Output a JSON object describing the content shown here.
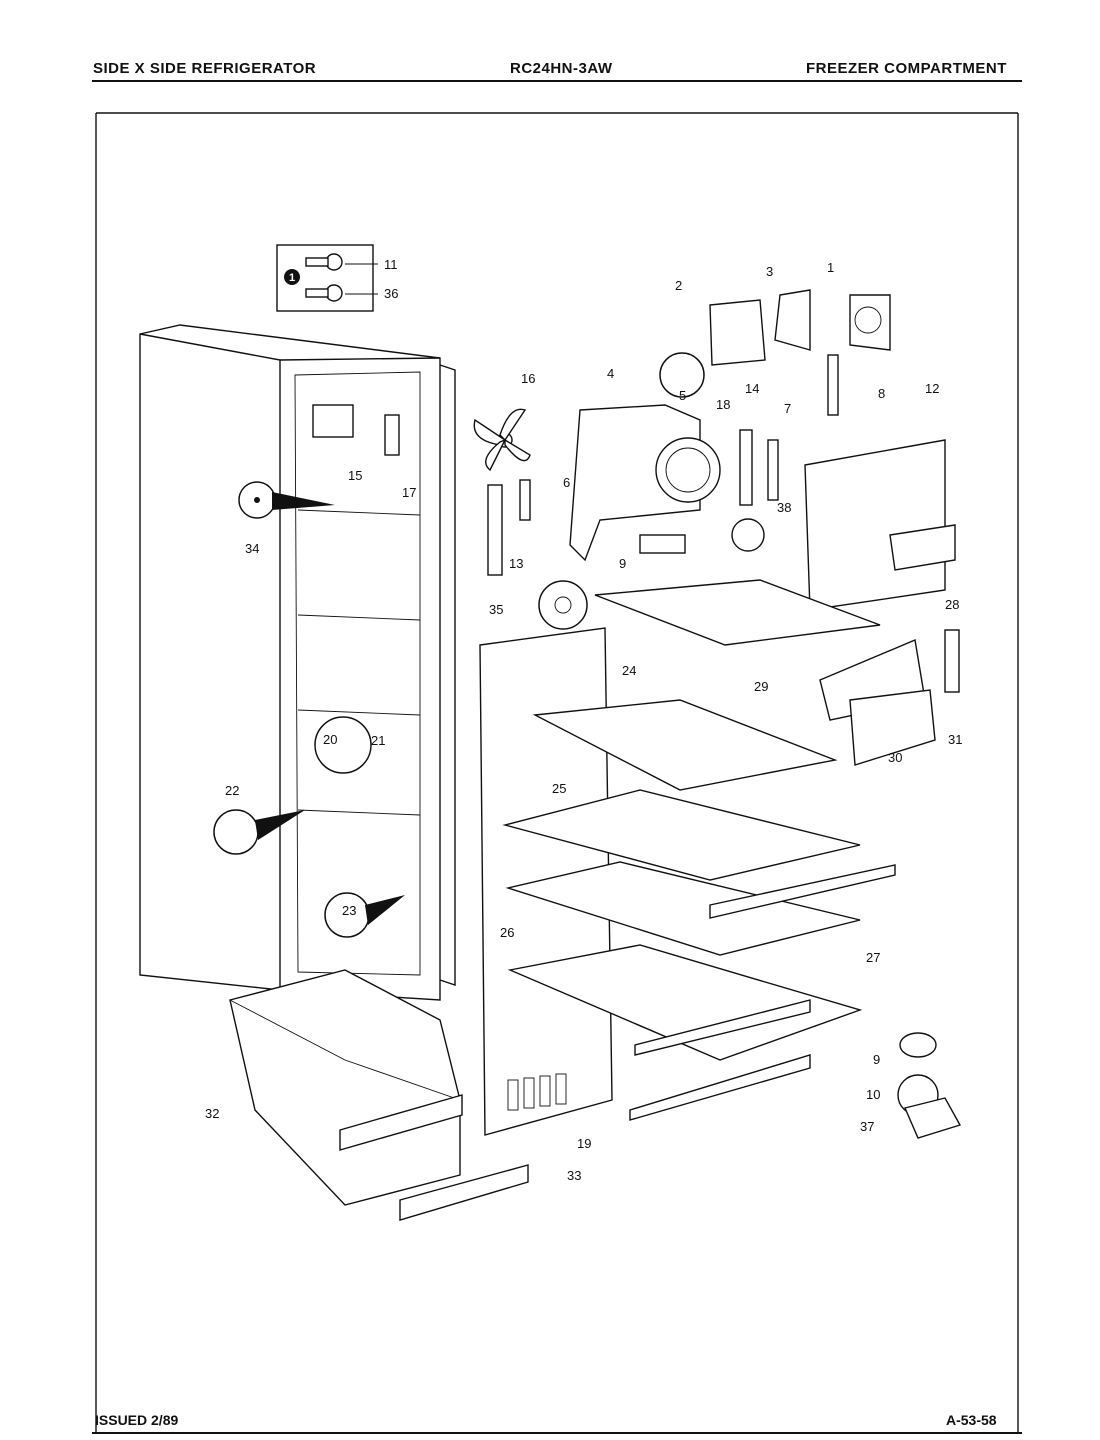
{
  "header": {
    "left": "SIDE X SIDE REFRIGERATOR",
    "model": "RC24HN-3AW",
    "right": "FREEZER COMPARTMENT"
  },
  "footer": {
    "issued": "ISSUED 2/89",
    "page_code": "A-53-58"
  },
  "inset_marker": "1",
  "parts": [
    "1",
    "2",
    "3",
    "4",
    "5",
    "6",
    "7",
    "8",
    "9",
    "9",
    "10",
    "11",
    "12",
    "13",
    "14",
    "15",
    "16",
    "17",
    "18",
    "19",
    "20",
    "21",
    "22",
    "23",
    "24",
    "25",
    "26",
    "27",
    "28",
    "29",
    "30",
    "31",
    "32",
    "33",
    "34",
    "35",
    "36",
    "37",
    "38",
    "20",
    "21"
  ]
}
